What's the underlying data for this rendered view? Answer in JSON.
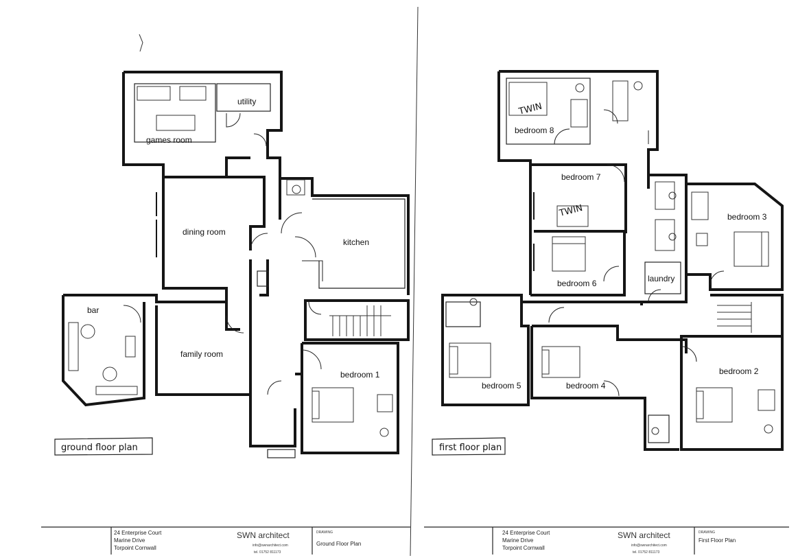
{
  "ground_floor": {
    "rooms": {
      "games_room": "games room",
      "utility": "utility",
      "dining_room": "dining room",
      "kitchen": "kitchen",
      "bar": "bar",
      "family_room": "family room",
      "bedroom_1": "bedroom 1"
    },
    "plan_label": "ground floor plan"
  },
  "first_floor": {
    "rooms": {
      "bedroom_8": "bedroom 8",
      "twin_8": "TWIN",
      "bedroom_7": "bedroom 7",
      "twin_7": "TWIN",
      "bedroom_6": "bedroom 6",
      "laundry": "laundry",
      "bedroom_3": "bedroom 3",
      "bedroom_5": "bedroom 5",
      "bedroom_4": "bedroom 4",
      "bedroom_2": "bedroom 2"
    },
    "plan_label": "first floor plan"
  },
  "title_blocks": [
    {
      "address_1": "24 Enterprise Court",
      "address_2": "Marine Drive",
      "address_3": "Torpoint Cornwall",
      "brand": "SWN architect",
      "email": "info@swnarchitect.com",
      "tel": "tel. 01752 811173",
      "drawing_label": "DRAWING",
      "drawing_title": "Ground Floor Plan"
    },
    {
      "address_1": "24 Enterprise Court",
      "address_2": "Marine Drive",
      "address_3": "Torpoint Cornwall",
      "brand": "SWN architect",
      "email": "info@swnarchitect.com",
      "tel": "tel. 01752 811173",
      "drawing_label": "DRAWING",
      "drawing_title": "First Floor Plan"
    }
  ]
}
